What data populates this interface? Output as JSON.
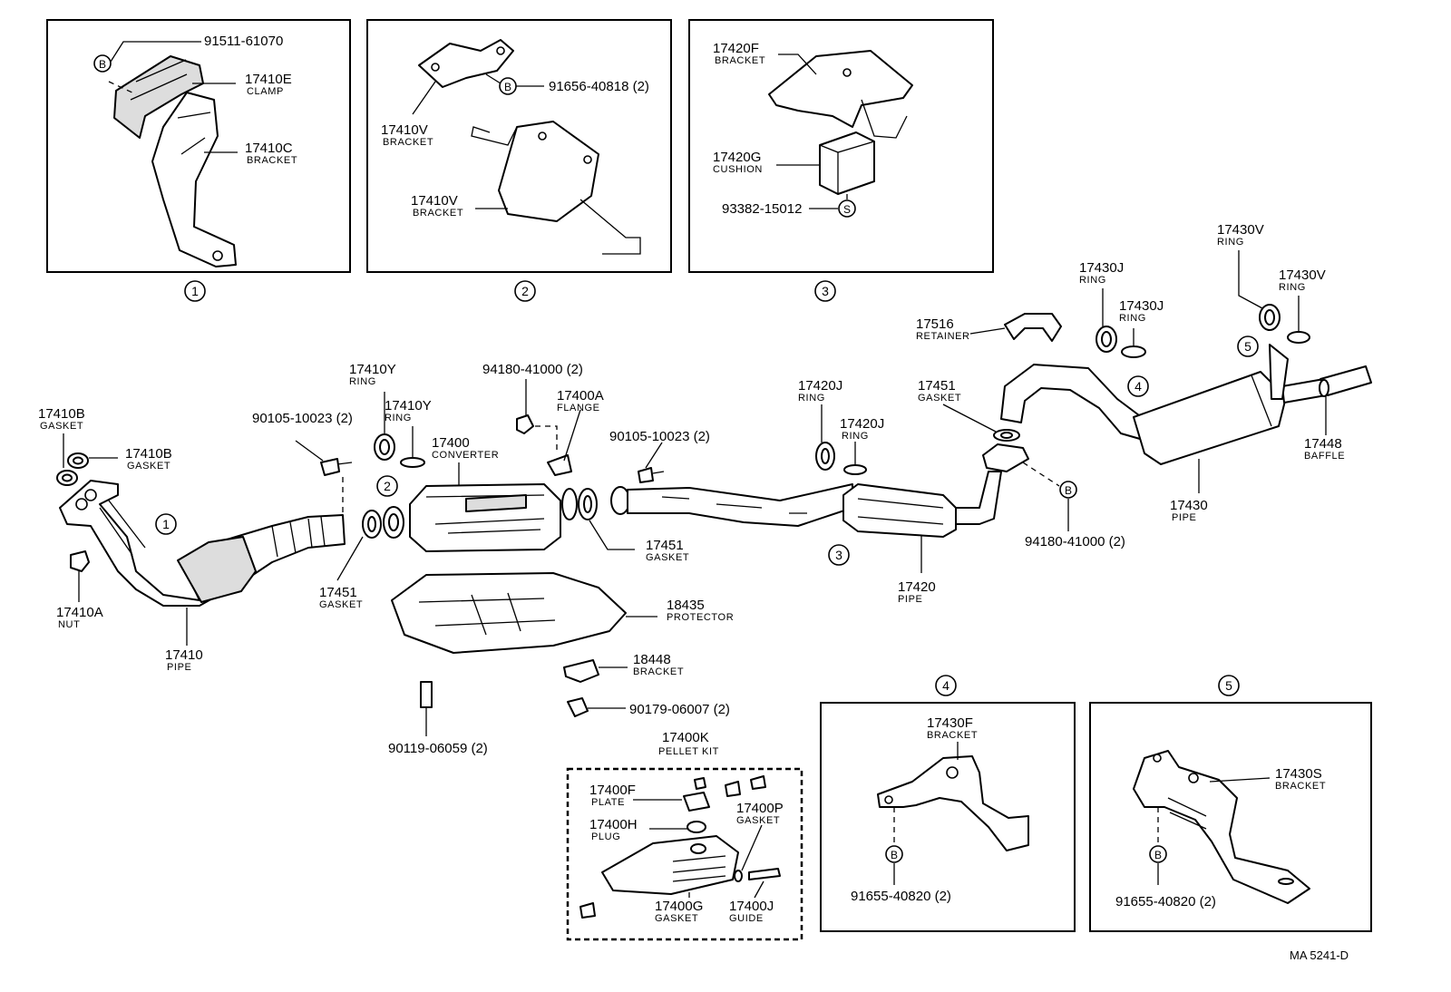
{
  "diagram_code": "MA  5241-D",
  "views": [
    {
      "num": "1"
    },
    {
      "num": "2"
    },
    {
      "num": "3"
    },
    {
      "num": "4"
    },
    {
      "num": "5"
    }
  ],
  "markers": {
    "b": "B",
    "s": "S"
  },
  "callouts": {
    "v1_bolt": {
      "pn": "91511-61070",
      "name": ""
    },
    "v1_clamp": {
      "pn": "17410E",
      "name": "CLAMP"
    },
    "v1_bracket": {
      "pn": "17410C",
      "name": "BRACKET"
    },
    "v2_bracket_a": {
      "pn": "17410V",
      "name": "BRACKET"
    },
    "v2_bolt": {
      "pn": "91656-40818 (2)",
      "name": ""
    },
    "v2_bracket_b": {
      "pn": "17410V",
      "name": "BRACKET"
    },
    "v3_bracket": {
      "pn": "17420F",
      "name": "BRACKET"
    },
    "v3_cushion": {
      "pn": "17420G",
      "name": "CUSHION"
    },
    "v3_bolt": {
      "pn": "93382-15012",
      "name": ""
    },
    "gasket_b1": {
      "pn": "17410B",
      "name": "GASKET"
    },
    "gasket_b2": {
      "pn": "17410B",
      "name": "GASKET"
    },
    "nut_a": {
      "pn": "17410A",
      "name": "NUT"
    },
    "pipe_17410": {
      "pn": "17410",
      "name": "PIPE"
    },
    "bolt_90105_a": {
      "pn": "90105-10023 (2)",
      "name": ""
    },
    "ring_y1": {
      "pn": "17410Y",
      "name": "RING"
    },
    "ring_y2": {
      "pn": "17410Y",
      "name": "RING"
    },
    "nut_94180_a": {
      "pn": "94180-41000 (2)",
      "name": ""
    },
    "flange": {
      "pn": "17400A",
      "name": "FLANGE"
    },
    "converter": {
      "pn": "17400",
      "name": "CONVERTER"
    },
    "gasket_451_a": {
      "pn": "17451",
      "name": "GASKET"
    },
    "gasket_451_b": {
      "pn": "17451",
      "name": "GASKET"
    },
    "bolt_90105_b": {
      "pn": "90105-10023 (2)",
      "name": ""
    },
    "protector": {
      "pn": "18435",
      "name": "PROTECTOR"
    },
    "bracket_18448": {
      "pn": "18448",
      "name": "BRACKET"
    },
    "nut_90179": {
      "pn": "90179-06007 (2)",
      "name": ""
    },
    "bolt_90119": {
      "pn": "90119-06059 (2)",
      "name": ""
    },
    "pellet_kit": {
      "pn": "17400K",
      "name": "PELLET KIT"
    },
    "plate": {
      "pn": "17400F",
      "name": "PLATE"
    },
    "plug": {
      "pn": "17400H",
      "name": "PLUG"
    },
    "gasket_p": {
      "pn": "17400P",
      "name": "GASKET"
    },
    "gasket_g": {
      "pn": "17400G",
      "name": "GASKET"
    },
    "guide": {
      "pn": "17400J",
      "name": "GUIDE"
    },
    "ring_420j1": {
      "pn": "17420J",
      "name": "RING"
    },
    "ring_420j2": {
      "pn": "17420J",
      "name": "RING"
    },
    "pipe_17420": {
      "pn": "17420",
      "name": "PIPE"
    },
    "retainer": {
      "pn": "17516",
      "name": "RETAINER"
    },
    "gasket_451_c": {
      "pn": "17451",
      "name": "GASKET"
    },
    "nut_94180_b": {
      "pn": "94180-41000 (2)",
      "name": ""
    },
    "ring_430j1": {
      "pn": "17430J",
      "name": "RING"
    },
    "ring_430j2": {
      "pn": "17430J",
      "name": "RING"
    },
    "ring_430v1": {
      "pn": "17430V",
      "name": "RING"
    },
    "ring_430v2": {
      "pn": "17430V",
      "name": "RING"
    },
    "pipe_17430": {
      "pn": "17430",
      "name": "PIPE"
    },
    "baffle": {
      "pn": "17448",
      "name": "BAFFLE"
    },
    "v4_bracket": {
      "pn": "17430F",
      "name": "BRACKET"
    },
    "v4_bolt": {
      "pn": "91655-40820 (2)",
      "name": ""
    },
    "v5_bracket": {
      "pn": "17430S",
      "name": "BRACKET"
    },
    "v5_bolt": {
      "pn": "91655-40820 (2)",
      "name": ""
    }
  }
}
